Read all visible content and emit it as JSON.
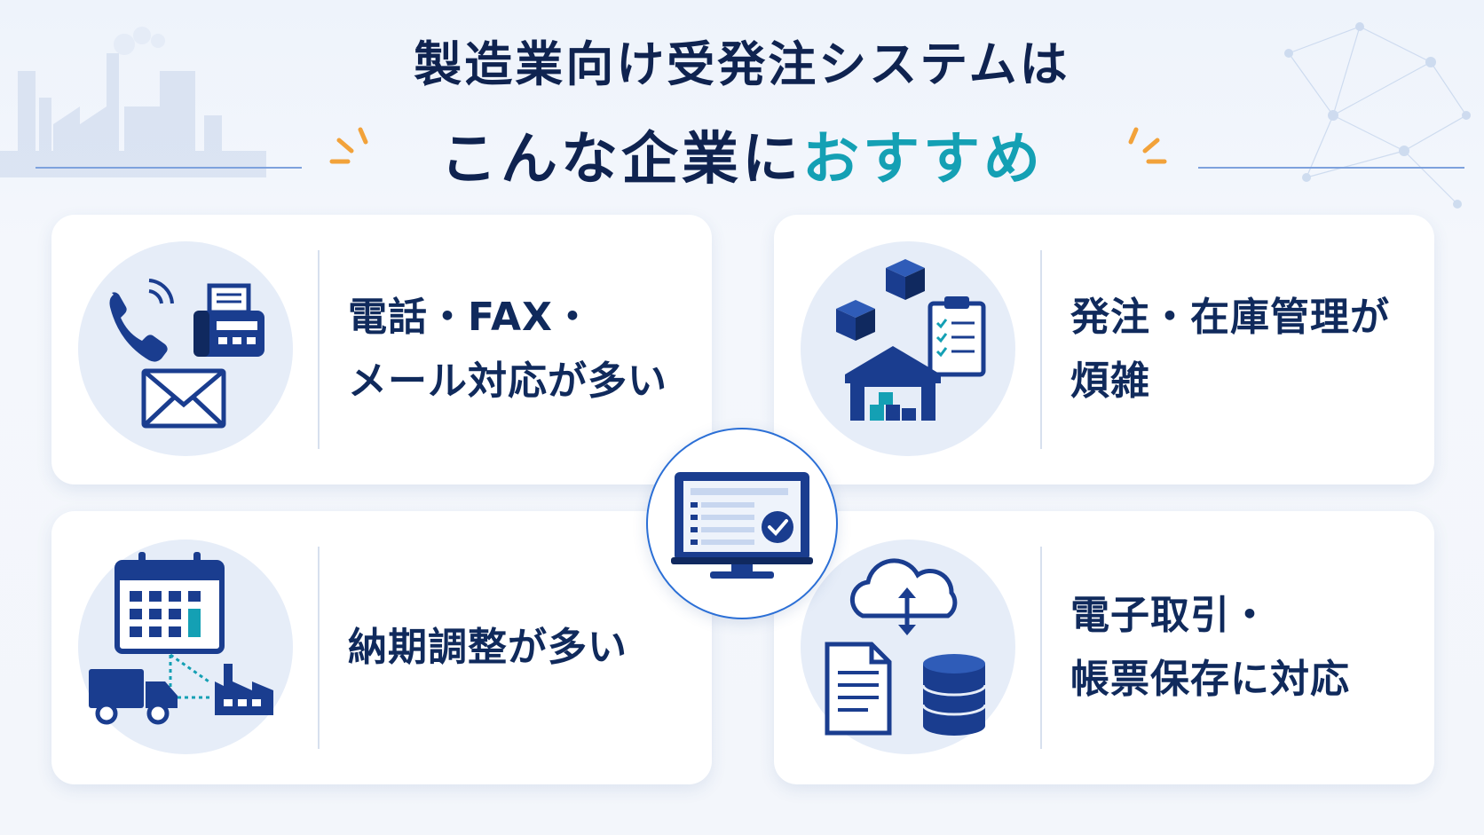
{
  "title": {
    "line1": "製造業向け受発注システムは",
    "line2_main": "こんな企業に",
    "line2_accent": "おすすめ"
  },
  "colors": {
    "navy": "#0f2350",
    "accent_teal": "#14a0b4",
    "icon_blue": "#1a3d8f",
    "spark_orange": "#f2a23a",
    "circle_bg": "#e6edf8"
  },
  "cards": [
    {
      "line1": "電話・FAX・",
      "line2": "メール対応が多い",
      "icons": [
        "phone-icon",
        "fax-icon",
        "mail-icon"
      ]
    },
    {
      "line1": "発注・在庫管理が",
      "line2": "煩雑",
      "icons": [
        "box-icon",
        "clipboard-icon",
        "warehouse-icon"
      ]
    },
    {
      "line1": "納期調整が多い",
      "line2": "",
      "icons": [
        "calendar-icon",
        "truck-icon",
        "factory-icon"
      ]
    },
    {
      "line1": "電子取引・",
      "line2": "帳票保存に対応",
      "icons": [
        "cloud-icon",
        "document-icon",
        "database-icon"
      ]
    }
  ],
  "hub": {
    "icon": "monitor-check-icon"
  }
}
